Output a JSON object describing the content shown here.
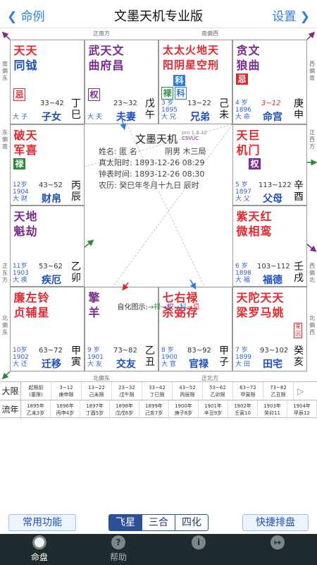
{
  "nav": {
    "back": "命例",
    "title": "文墨天机专业版",
    "settings": "设置"
  },
  "directions": {
    "top_mid": "正南方",
    "top_right": "南偏西",
    "left_top": "南偏东",
    "left_mid": "东偏南",
    "left_low": "正东方",
    "left_bot": "北偏东",
    "right_top": "西偏南",
    "right_mid": "正西方",
    "right_low": "西偏北",
    "right_bot": "北偏西",
    "bottom_left": "北偏东",
    "bottom_right": "正北方"
  },
  "palaces": {
    "si": {
      "stars": [
        "天",
        "天"
      ],
      "stars2": [
        "同",
        "钺"
      ],
      "badge": "忌",
      "range": "33~42",
      "age": "大 子",
      "name": "子女",
      "gz": [
        "丁",
        "巳"
      ]
    },
    "wu": {
      "stars": [
        "武",
        "天",
        "文"
      ],
      "stars2": [
        "曲",
        "府",
        "昌"
      ],
      "badge": "权",
      "range": "23~32",
      "age": "大 夫",
      "name": "夫妻",
      "gz": [
        "戊",
        "午"
      ]
    },
    "wei": {
      "stars": [
        "太",
        "太",
        "火",
        "地",
        "天"
      ],
      "stars2": [
        "阳",
        "阴",
        "星",
        "空",
        "刑"
      ],
      "badge_lu": "禄",
      "badge_ke": "科",
      "badge_ke2": "科",
      "range": "13~22",
      "age_num": "3 岁",
      "age_year": "1895",
      "age_lbl": "大 兄",
      "name": "兄弟",
      "gz": [
        "己",
        "未"
      ]
    },
    "shen": {
      "stars": [
        "贪",
        "文"
      ],
      "stars2": [
        "狼",
        "曲"
      ],
      "badge": "忌",
      "range": "3~12",
      "age_num": "4 岁",
      "age_year": "1896",
      "age_lbl": "大 命",
      "name": "命宫",
      "gz": [
        "庚",
        "申"
      ]
    },
    "chen": {
      "stars": [
        "破",
        "天"
      ],
      "stars2": [
        "军",
        "喜"
      ],
      "badge": "禄",
      "range": "43~52",
      "age_num": "12岁",
      "age_year": "1904",
      "age_lbl": "大 财",
      "name": "财帛",
      "gz": [
        "丙",
        "辰"
      ]
    },
    "you": {
      "stars": [
        "天",
        "巨"
      ],
      "stars2": [
        "机",
        "门"
      ],
      "badge": "权",
      "range": "113~122",
      "age_num": "5 岁",
      "age_year": "1897",
      "age_lbl": "大 父",
      "name": "父母",
      "gz": [
        "辛",
        "酉"
      ]
    },
    "mao": {
      "stars": [
        "天",
        "地"
      ],
      "stars2": [
        "魁",
        "劫"
      ],
      "range": "53~62",
      "age_num": "11岁",
      "age_year": "1903",
      "age_lbl": "大 疾",
      "name": "疾厄",
      "gz": [
        "乙",
        "卯"
      ]
    },
    "xu": {
      "stars": [
        "紫",
        "天",
        "红"
      ],
      "stars2": [
        "微",
        "相",
        "鸾"
      ],
      "range": "103~112",
      "age_num": "6 岁",
      "age_year": "1898",
      "age_lbl": "大 福",
      "name": "福德",
      "gz": [
        "壬",
        "戌"
      ]
    },
    "yin": {
      "stars": [
        "廉",
        "左",
        "铃"
      ],
      "stars2": [
        "贞",
        "辅",
        "星"
      ],
      "range": "63~72",
      "age_num": "10岁",
      "age_year": "1902",
      "age_lbl": "大 迁",
      "name": "迁移",
      "gz": [
        "甲",
        "寅"
      ]
    },
    "chou": {
      "stars": [
        "擎"
      ],
      "stars2": [
        "羊"
      ],
      "range": "73~82",
      "age_num": "9 岁",
      "age_year": "1901",
      "age_lbl": "大 友",
      "name": "交友",
      "gz": [
        "乙",
        "丑"
      ]
    },
    "zi": {
      "stars": [
        "七",
        "右",
        "禄"
      ],
      "stars2": [
        "杀",
        "弼",
        "存"
      ],
      "range": "83~92",
      "age_num": "8 岁",
      "age_year": "1900",
      "age_lbl": "大 官",
      "name": "官禄",
      "gz": [
        "甲",
        "子"
      ]
    },
    "hai": {
      "stars": [
        "天",
        "陀",
        "天",
        "天"
      ],
      "stars2": [
        "梁",
        "罗",
        "马",
        "姚"
      ],
      "tag": "来因",
      "range": "93~102",
      "age_num": "7 岁",
      "age_year": "1899",
      "age_lbl": "大 田",
      "name": "田宅",
      "gz": [
        "癸",
        "亥"
      ]
    }
  },
  "center": {
    "title": "文墨天机",
    "version": "pro 1.8.12",
    "code": "CSVUC",
    "name_line": "姓名: 匿 名",
    "gender": "阴男 木三局",
    "true_solar": "真太阳时: 1893-12-26 08:29",
    "clock": "钟表时间: 1893-12-26 08:30",
    "lunar": "农历: 癸巳年冬月十九日 辰时",
    "legend_label": "自化图示:",
    "legend_lu": "→禄",
    "legend_quan": "→权",
    "legend_ke": "→科",
    "legend_ji": "→忌"
  },
  "table": {
    "daxian_label": "大限",
    "liunian_label": "流年",
    "daxian": [
      [
        "起限前",
        "(童限)"
      ],
      [
        "3~12",
        "庚申限"
      ],
      [
        "13~22",
        "己未限"
      ],
      [
        "23~32",
        "戊午限"
      ],
      [
        "33~42",
        "丁巳限"
      ],
      [
        "43~52",
        "丙辰限"
      ],
      [
        "53~62",
        "乙卯限"
      ],
      [
        "63~72",
        "甲寅限"
      ],
      [
        "73~82",
        "乙丑限"
      ]
    ],
    "play": "▷",
    "liunian": [
      [
        "1895年",
        "乙未3岁"
      ],
      [
        "1896年",
        "丙申4岁"
      ],
      [
        "1897年",
        "丁酉5岁"
      ],
      [
        "1898年",
        "戊戌6岁"
      ],
      [
        "1899年",
        "己亥7岁"
      ],
      [
        "1900年",
        "庚子8岁"
      ],
      [
        "1901年",
        "辛丑9岁"
      ],
      [
        "1902年",
        "壬寅10"
      ],
      [
        "1903年",
        "癸卯11"
      ],
      [
        "1904年",
        "甲辰12"
      ]
    ]
  },
  "buttons": {
    "common": "常用功能",
    "quick": "快捷排盘",
    "seg": [
      "飞星",
      "三合",
      "四化"
    ]
  },
  "tabs": [
    {
      "label": "命盘"
    },
    {
      "label": "帮助"
    },
    {
      "label": ""
    },
    {
      "label": ""
    }
  ]
}
